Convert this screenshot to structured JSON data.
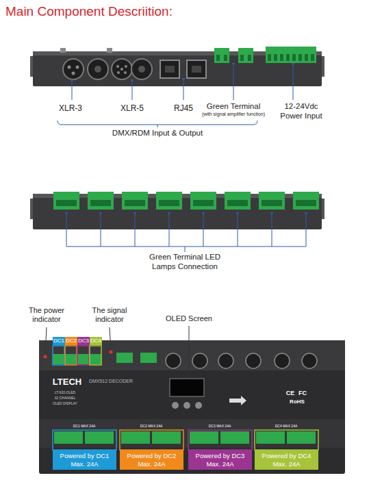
{
  "diagram": {
    "title": "Main Component Descriition:",
    "nodes": [
      {
        "text": [
          "DC1"
        ]
      },
      {
        "text": [
          "DC2"
        ]
      },
      {
        "text": [
          "DC3"
        ]
      },
      {
        "text": [
          "DC4"
        ]
      },
      {
        "text": [
          "Powered by DC1 Max. 24A"
        ]
      },
      {
        "text": [
          "Powered by DC2 Max. 24A"
        ]
      },
      {
        "text": [
          "Powered by DC3 Max. 24A"
        ]
      },
      {
        "text": [
          "Powered by DC4 Max. 24A"
        ]
      }
    ],
    "labels": [
      "XLR-3",
      "XLR-5",
      "RJ45",
      "Green Terminal",
      "(with signal amplifier function)",
      "12-24Vdc Power Input",
      "DMX/RDM Input & Output",
      "Green Terminal LED Lamps Connection",
      "The power indicator",
      "The signal indicator",
      "OLED Screen",
      "LTECH",
      "DMX512 DECODER",
      "LT-932-OLED",
      "32 CHANNEL",
      "OLED DISPLAY",
      "CE",
      "FC",
      "RoHS",
      "DC1 MAX 24A",
      "DC2 MAX 24A",
      "DC3 MAX 24A",
      "DC4 MAX 24A"
    ]
  }
}
